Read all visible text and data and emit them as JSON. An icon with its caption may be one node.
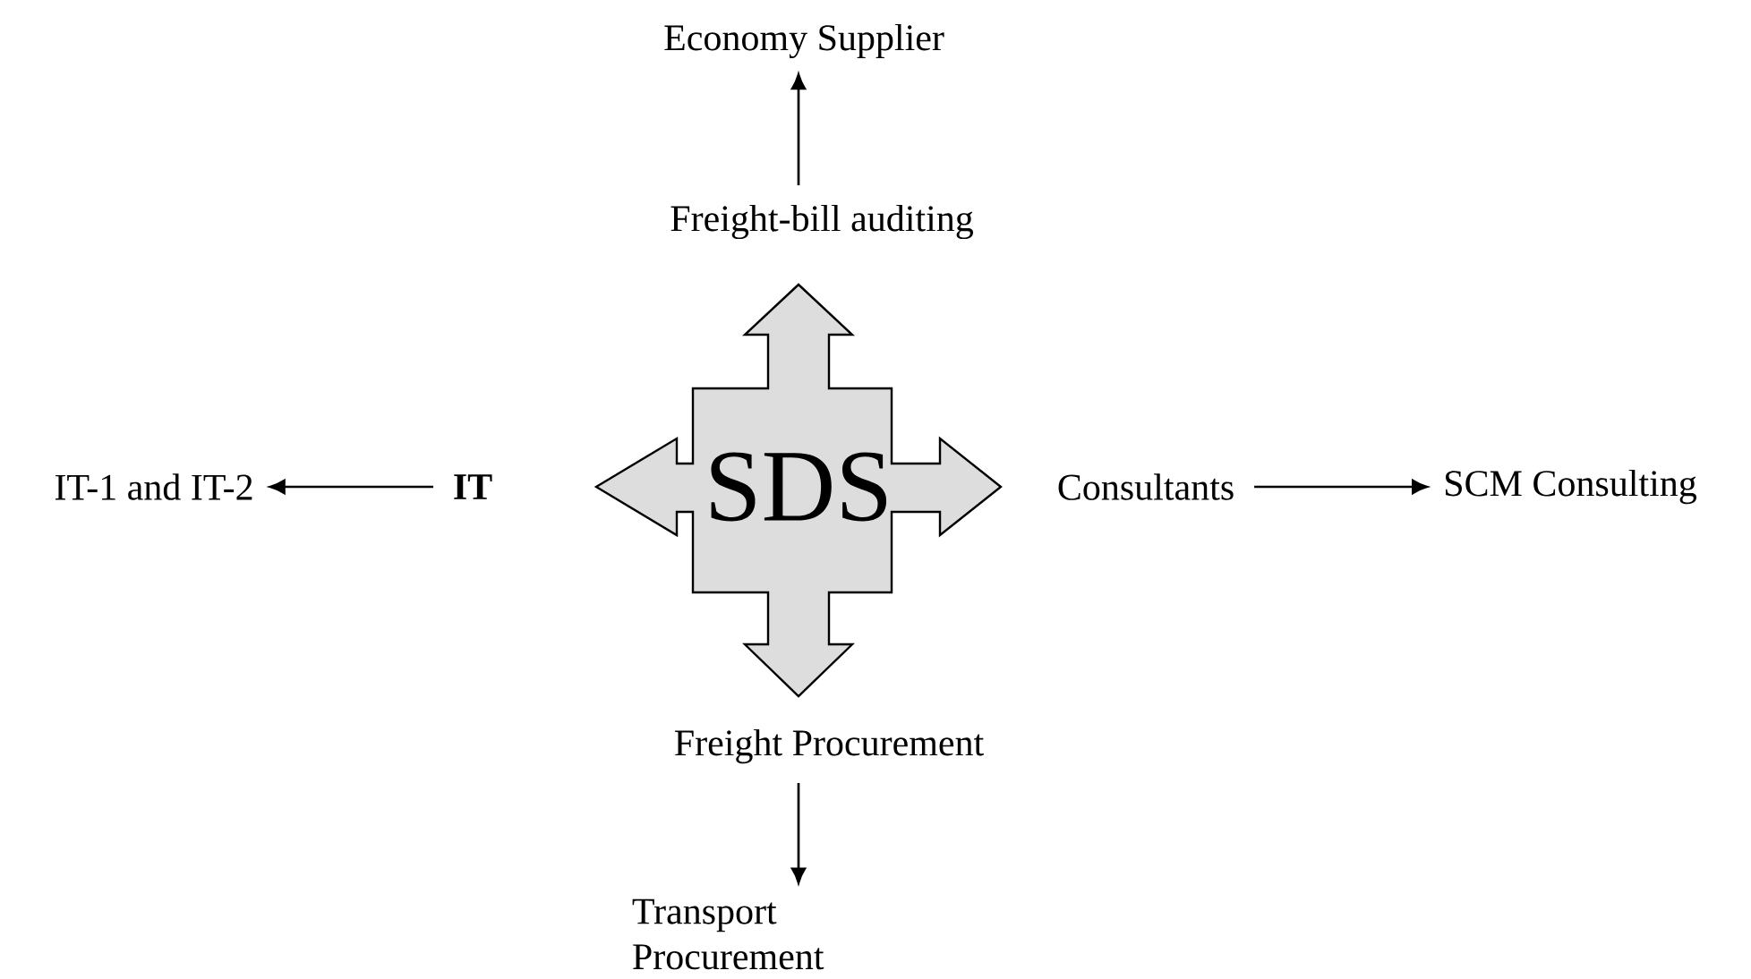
{
  "diagram": {
    "nodes": [
      {
        "text": [
          "SDS"
        ]
      },
      {
        "text": [
          "Freight-bill auditing"
        ]
      },
      {
        "text": [
          "Economy Supplier"
        ]
      },
      {
        "text": [
          "IT"
        ]
      },
      {
        "text": [
          "IT-1 and IT-2"
        ]
      },
      {
        "text": [
          "Consultants"
        ]
      },
      {
        "text": [
          "SCM Consulting"
        ]
      },
      {
        "text": [
          "Freight Procurement"
        ]
      },
      {
        "text": [
          "Transport Procurement"
        ]
      }
    ],
    "edges": [
      {
        "from": 1,
        "to": 2,
        "arrow": "to"
      },
      {
        "from": 3,
        "to": 4,
        "arrow": "to"
      },
      {
        "from": 5,
        "to": 6,
        "arrow": "to"
      },
      {
        "from": 7,
        "to": 8,
        "arrow": "to"
      }
    ]
  }
}
